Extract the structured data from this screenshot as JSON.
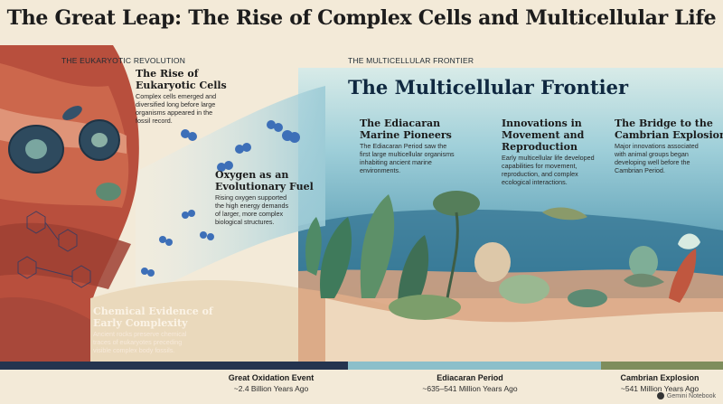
{
  "title": "The Great Leap: The Rise of Complex Cells and Multicellular Life",
  "sections": {
    "left_label": "THE EUKARYOTIC REVOLUTION",
    "right_label": "THE MULTICELLULAR FRONTIER"
  },
  "frontier_title": "The Multicellular Frontier",
  "panels": {
    "eukaryotic": {
      "heading_line1": "The Rise of",
      "heading_line2": "Eukaryotic Cells",
      "body_line1": "Complex cells emerged and",
      "body_line2": "diversified long before large",
      "body_line3": "organisms appeared in the",
      "body_line4": "fossil record."
    },
    "oxygen": {
      "heading_line1": "Oxygen as an",
      "heading_line2": "Evolutionary Fuel",
      "body_line1": "Rising oxygen supported",
      "body_line2": "the high energy demands",
      "body_line3": "of larger, more complex",
      "body_line4": "biological structures."
    },
    "chemical": {
      "heading_line1": "Chemical Evidence of",
      "heading_line2": "Early Complexity",
      "body_line1": "Ancient rocks preserve chemical",
      "body_line2": "traces of eukaryotes preceding",
      "body_line3": "visible complex body fossils."
    },
    "ediacaran": {
      "heading_line1": "The Ediacaran",
      "heading_line2": "Marine Pioneers",
      "body_line1": "The Ediacaran Period saw the",
      "body_line2": "first large multicellular organisms",
      "body_line3": "inhabiting ancient marine",
      "body_line4": "environments."
    },
    "innovations": {
      "heading_line1": "Innovations in",
      "heading_line2": "Movement and",
      "heading_line3": "Reproduction",
      "body_line1": "Early multicellular life developed",
      "body_line2": "capabilities for movement,",
      "body_line3": "reproduction, and complex",
      "body_line4": "ecological interactions."
    },
    "bridge": {
      "heading_line1": "The Bridge to the",
      "heading_line2": "Cambrian Explosion",
      "body_line1": "Major innovations associated",
      "body_line2": "with animal groups began",
      "body_line3": "developing well before the",
      "body_line4": "Cambrian Period."
    }
  },
  "timeline": [
    {
      "name": "Great Oxidation Event",
      "date": "~2.4 Billion Years Ago",
      "color": "#25344f"
    },
    {
      "name": "Ediacaran Period",
      "date": "~635–541 Million Years Ago",
      "color": "#8cbfca"
    },
    {
      "name": "Cambrian Explosion",
      "date": "~541 Million Years Ago",
      "color": "#7e8d5c"
    }
  ],
  "brand": "Gemini Notebook",
  "colors": {
    "rock_red": "#b84f3d",
    "ocean_blue": "#4f93ab",
    "sky_blue": "#aad3d9",
    "parchment": "#f3ead8"
  }
}
